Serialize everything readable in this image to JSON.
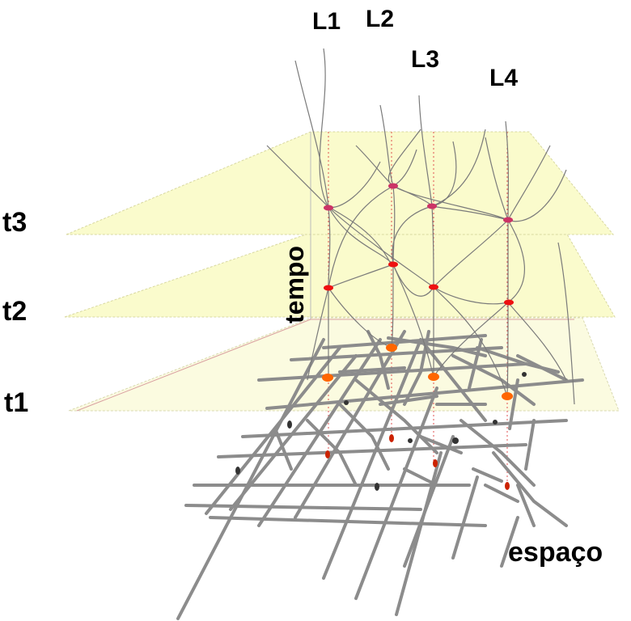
{
  "labels": {
    "lines": [
      "L1",
      "L2",
      "L3",
      "L4"
    ],
    "layers": [
      "t3",
      "t2",
      "t1"
    ],
    "time_axis": "tempo",
    "space_axis": "espaço"
  },
  "colors": {
    "plane_fill": "#fafbcc",
    "plane_edge": "#c9c98a",
    "trajectory": "#7a7a7a",
    "street": "#8c8c8c",
    "node_t3": "#cc3366",
    "node_t2": "#ee1111",
    "node_t1": "#ff6600",
    "node_ground": "#cc2200",
    "vertical_guide": "#e05050",
    "dark_node": "#333333"
  },
  "layers": [
    {
      "name": "t3",
      "nodes": 4
    },
    {
      "name": "t2",
      "nodes": 4
    },
    {
      "name": "t1",
      "nodes": 4
    }
  ]
}
